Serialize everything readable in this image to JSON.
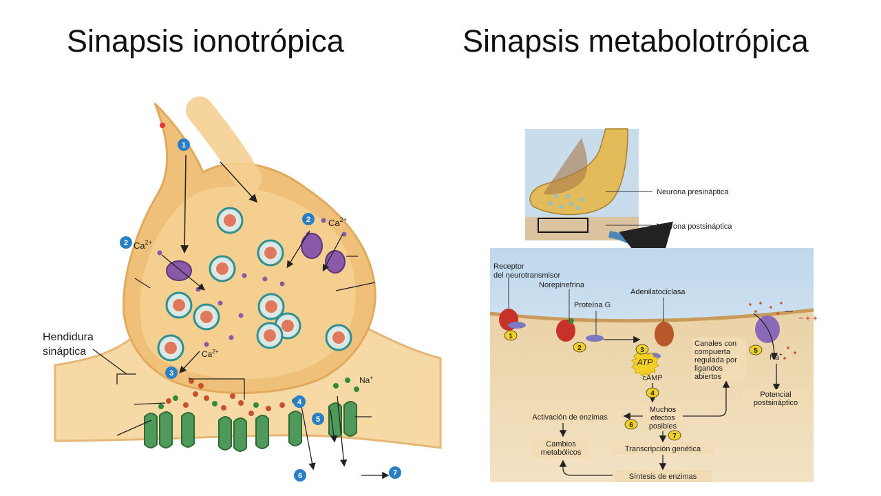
{
  "titles": {
    "left": "Sinapsis ionotrópica",
    "right": "Sinapsis metabolotrópica"
  },
  "ionotropic": {
    "cleft_label_line1": "Hendidura",
    "cleft_label_line2": "sináptica",
    "ions": {
      "calcium": "Ca",
      "calcium_charge": "2+",
      "sodium": "Na",
      "sodium_charge": "+"
    },
    "steps": [
      "1",
      "2",
      "2",
      "3",
      "4",
      "5",
      "6",
      "7"
    ]
  },
  "metabotropic": {
    "inset": {
      "presynaptic": "Neurona presináptica",
      "postsynaptic": "Neurona postsináptica"
    },
    "labels": {
      "receptor_line1": "Receptor",
      "receptor_line2": "del neurotransmisor",
      "norepinephrine": "Norepinefrina",
      "g_protein": "Proteína G",
      "adenylate_cyclase": "Adenilatociclasa",
      "atp": "ATP",
      "camp": "cAMP",
      "channels_line1": "Canales con",
      "channels_line2": "compuerta",
      "channels_line3": "regulada por",
      "channels_line4": "ligandos",
      "channels_line5": "abiertos",
      "sodium": "Na",
      "sodium_charge": "+",
      "postsynaptic_potential_line1": "Potencial",
      "postsynaptic_potential_line2": "postsináptico",
      "many_effects_line1": "Muchos",
      "many_effects_line2": "efectos",
      "many_effects_line3": "posibles",
      "enzyme_activation": "Activación de enzimas",
      "metabolic_changes_line1": "Cambios",
      "metabolic_changes_line2": "metabólicos",
      "gene_transcription": "Transcripción genética",
      "enzyme_synthesis": "Síntesis de enzimas"
    },
    "steps": [
      "1",
      "2",
      "3",
      "4",
      "5",
      "6",
      "7"
    ]
  },
  "colors": {
    "neuron": "#efc07a",
    "neuron_light": "#f8dfae",
    "channel_green": "#4f9a5a",
    "receptor_red": "#c8302a",
    "vesicle_rim": "#2f8f8f",
    "step_blue": "#2a7fc4",
    "step_yellow": "#f2d024",
    "calcium_purple": "#8a5aa8"
  }
}
